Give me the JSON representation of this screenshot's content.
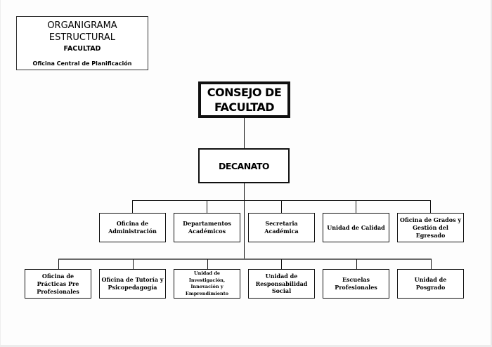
{
  "title_block": {
    "line1": "ORGANIGRAMA",
    "line2": "ESTRUCTURAL",
    "line3": "FACULTAD",
    "line4": "Oficina Central de Planificación"
  },
  "org_chart": {
    "root": "CONSEJO DE FACULTAD",
    "level2": "DECANATO",
    "staff_units": [
      {
        "label": "Oficina de Administración"
      },
      {
        "label": "Departamentos Académicos"
      },
      {
        "label": "Secretaria Académica"
      },
      {
        "label": "Unidad de Calidad"
      },
      {
        "label": "Oficina de Grados y Gestión del Egresado"
      }
    ],
    "line_units": [
      {
        "label": "Oficina de Prácticas Pre Profesionales"
      },
      {
        "label": "Oficina de Tutoría y Psicopedagogía"
      },
      {
        "label": "Unidad de Investigación, Innovación y Emprendimiento"
      },
      {
        "label": "Unidad de Responsabilidad Social"
      },
      {
        "label": "Escuelas Profesionales"
      },
      {
        "label": "Unidad de Posgrado"
      }
    ]
  }
}
